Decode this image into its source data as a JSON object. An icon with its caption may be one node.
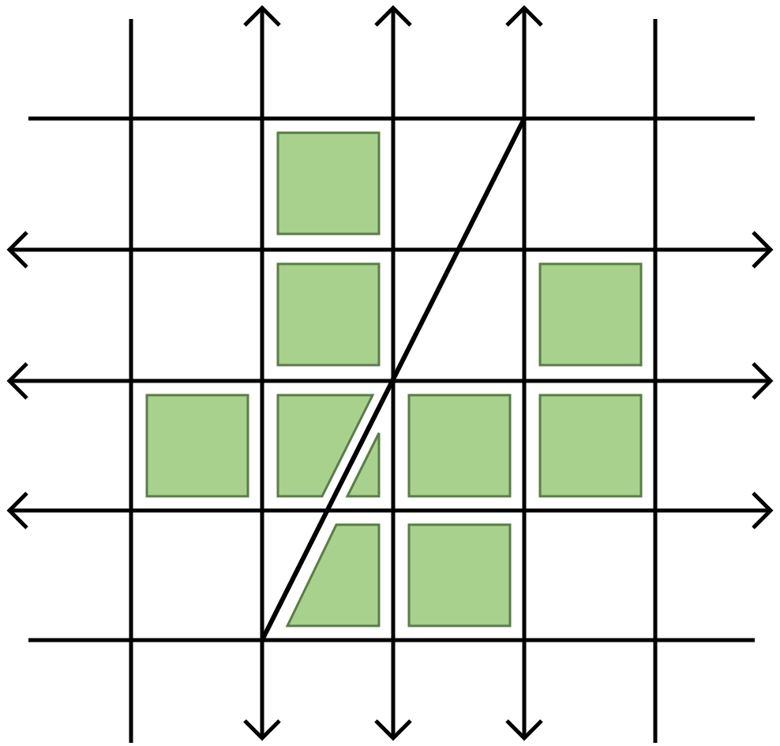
{
  "diagram": {
    "nodes": [
      {
        "text": [],
        "shape": "box"
      },
      {
        "text": [],
        "shape": "box"
      },
      {
        "text": [],
        "shape": "box"
      },
      {
        "text": [],
        "shape": "box"
      },
      {
        "text": [],
        "shape": "trapezoid"
      },
      {
        "text": [],
        "shape": "triangle"
      },
      {
        "text": [],
        "shape": "box"
      },
      {
        "text": [],
        "shape": "box"
      },
      {
        "text": [],
        "shape": "trapezoid"
      },
      {
        "text": [],
        "shape": "box"
      }
    ]
  }
}
